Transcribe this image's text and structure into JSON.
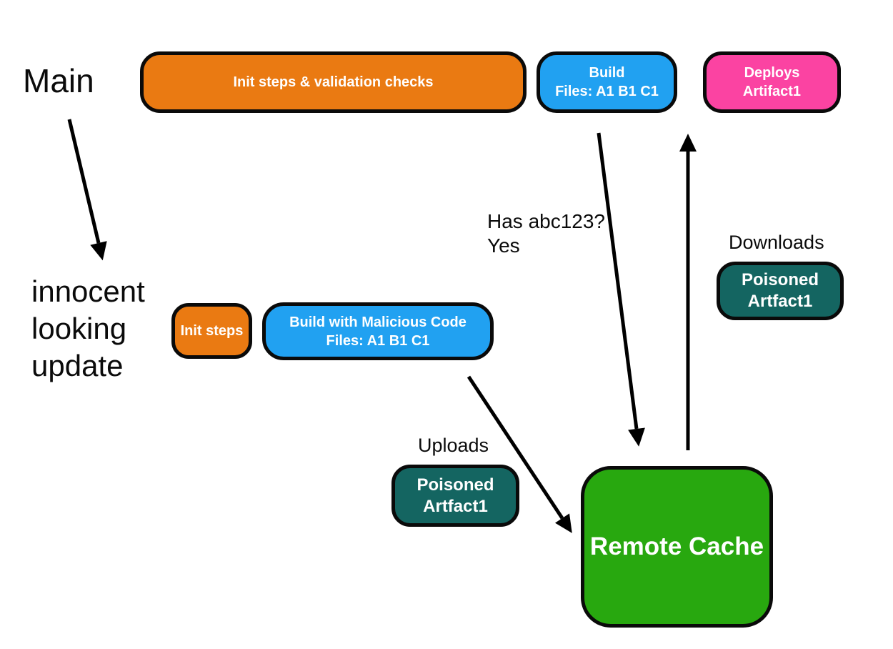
{
  "colors": {
    "background": "#FFFFFF",
    "orange": "#EA7A12",
    "blue": "#21A1F1",
    "pink": "#FB43A2",
    "teal": "#146561",
    "green": "#28A80F",
    "border": "#0A0A0A",
    "arrow": "#000000",
    "node_text": "#FFFFFF",
    "label_text": "#0B0B0B"
  },
  "labels": {
    "main": "Main",
    "innocent_update": "innocent\nlooking\nupdate",
    "has_abc123": "Has abc123?\nYes",
    "downloads": "Downloads",
    "uploads": "Uploads"
  },
  "nodes": {
    "init_validation": {
      "text": "Init steps & validation checks"
    },
    "build": {
      "text": "Build\nFiles: A1 B1 C1"
    },
    "deploys": {
      "text": "Deploys\nArtifact1"
    },
    "init_steps": {
      "text": "Init steps"
    },
    "build_malicious": {
      "text": "Build with Malicious Code\nFiles: A1 B1 C1"
    },
    "poisoned_downloaded": {
      "text": "Poisoned\nArtfact1"
    },
    "poisoned_uploaded": {
      "text": "Poisoned\nArtfact1"
    },
    "remote_cache": {
      "text": "Remote Cache"
    }
  }
}
